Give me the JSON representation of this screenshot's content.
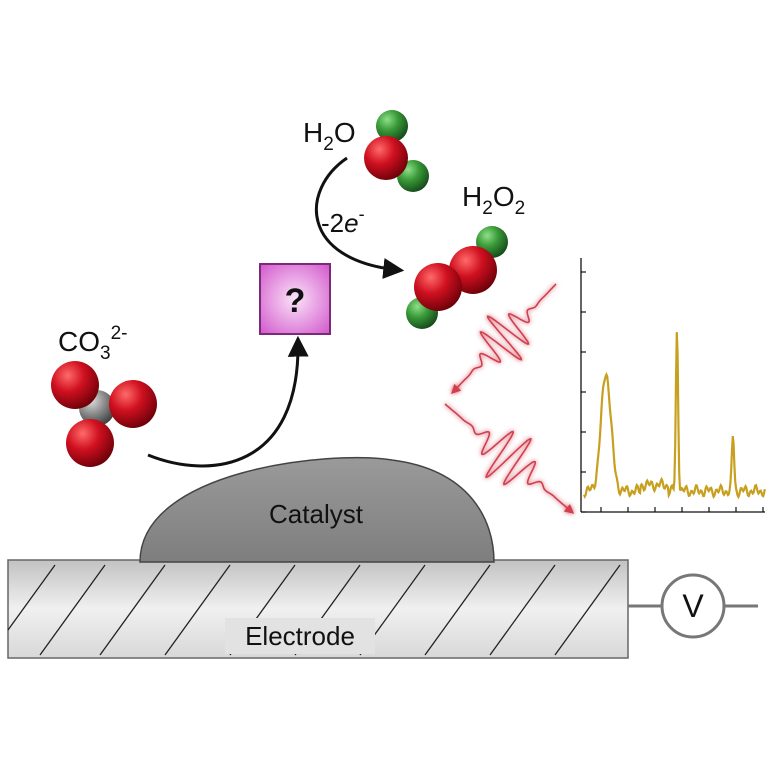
{
  "labels": {
    "water": "H",
    "water_sub": "2",
    "water_tail": "O",
    "peroxide": "H",
    "peroxide_sub1": "2",
    "peroxide_mid": "O",
    "peroxide_sub2": "2",
    "carbonate": "CO",
    "carbonate_sub": "3",
    "carbonate_sup": "2-",
    "electrons_prefix": "-2",
    "electrons_symbol": "e",
    "electrons_sup": "-",
    "unknown": "?",
    "catalyst": "Catalyst",
    "electrode": "Electrode",
    "voltmeter": "V"
  },
  "colors": {
    "oxygen": "#d01020",
    "hydrogen": "#3a9a38",
    "carbon": "#8a8a8a",
    "unknown_box": "#e070d8",
    "spectrum_line": "#c8a020",
    "laser_wave": "#d04050",
    "catalyst": "#8c8c8c",
    "electrode": "#dcdcdc"
  },
  "icons": [
    "question-box-icon",
    "voltmeter-icon",
    "laser-pulse-icon"
  ]
}
